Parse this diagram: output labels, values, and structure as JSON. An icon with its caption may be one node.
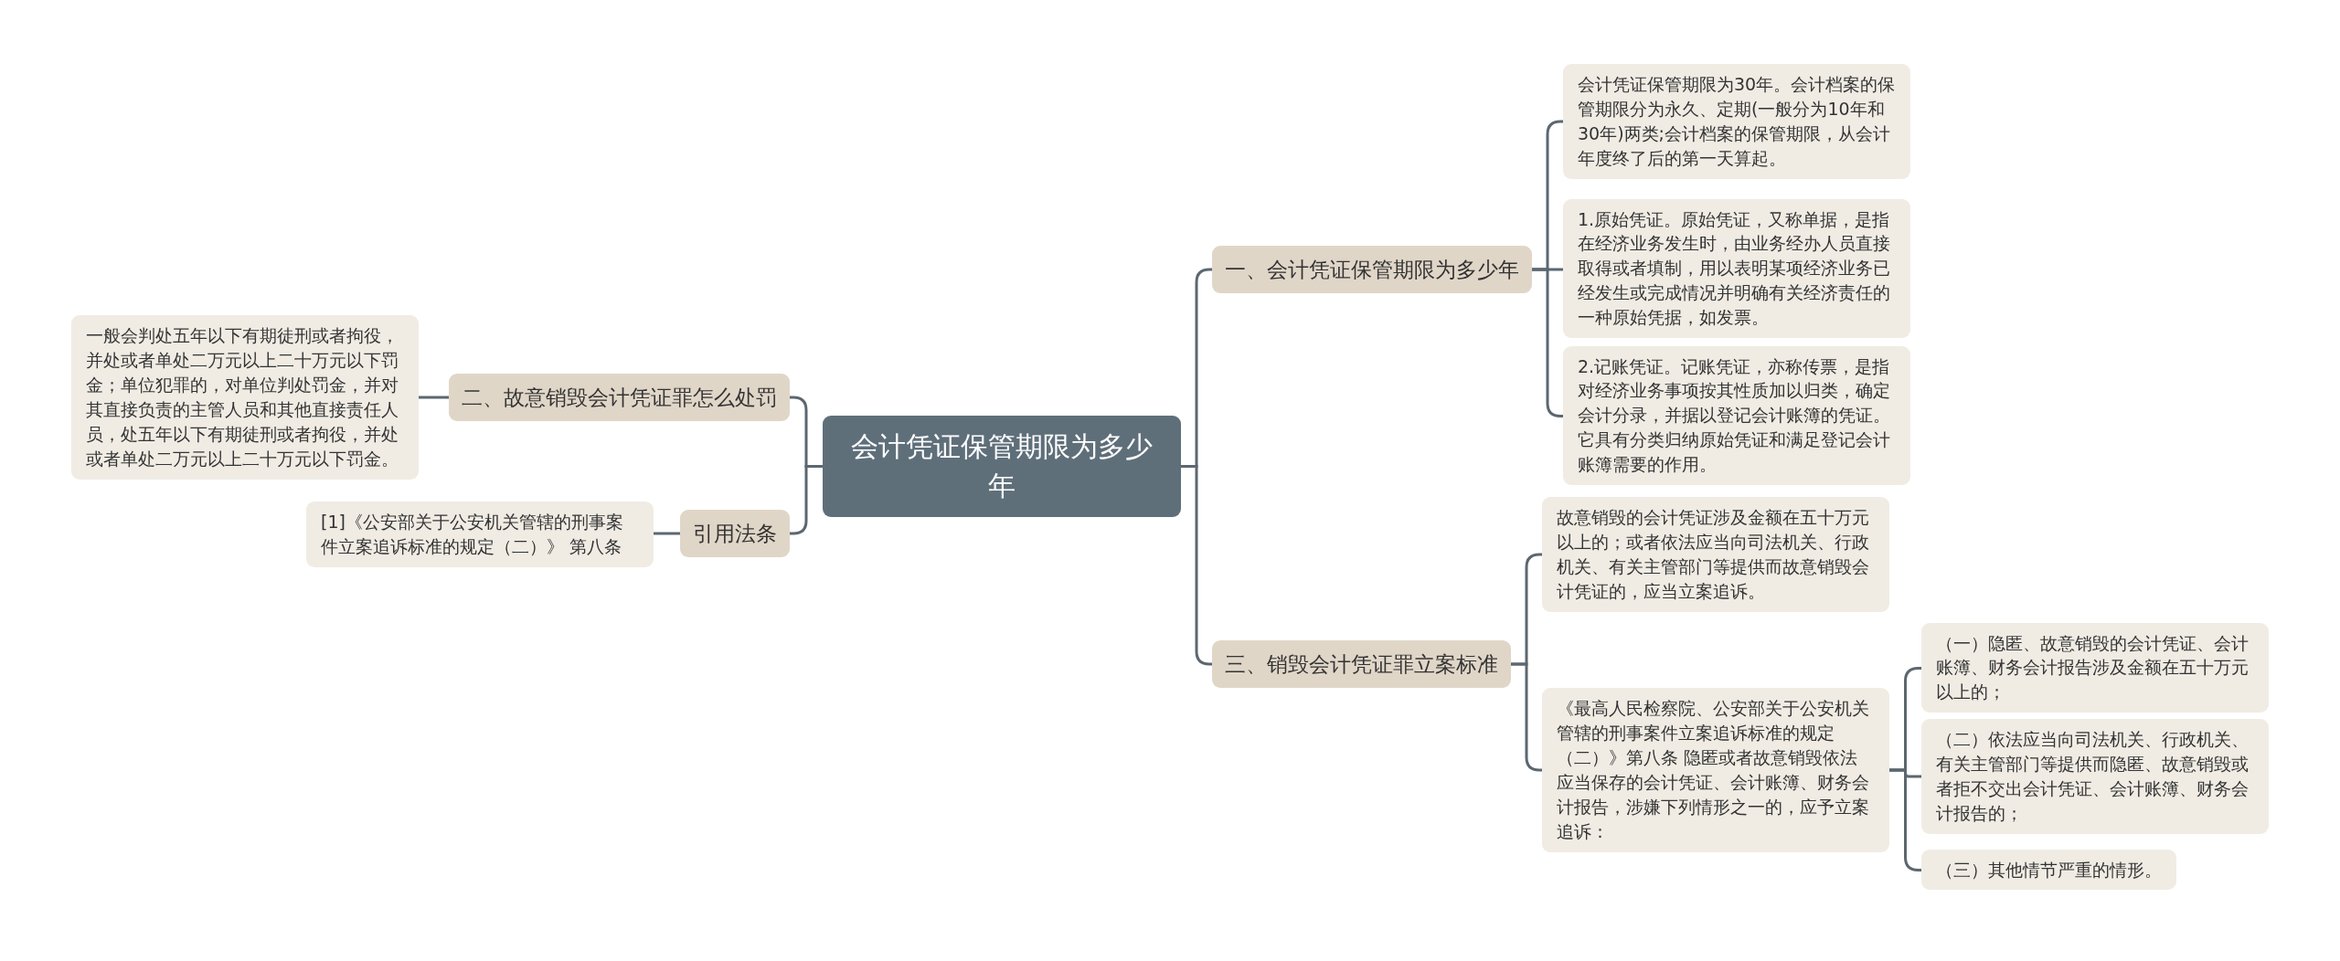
{
  "diagram": {
    "nodes": [
      {
        "text": [
          "会计凭证保管期限为多少年"
        ]
      },
      {
        "text": [
          "一、会计凭证保管期限为多少年"
        ]
      },
      {
        "text": [
          "会计凭证保管期限为30年。会计档案的保管期限分为永久、定期(一般分为10年和30年)两类;会计档案的保管期限，从会计年度终了后的第一天算起。"
        ]
      },
      {
        "text": [
          "1.原始凭证。原始凭证，又称单据，是指在经济业务发生时，由业务经办人员直接取得或者填制，用以表明某项经济业务已经发生或完成情况并明确有关经济责任的一种原始凭据，如发票。"
        ]
      },
      {
        "text": [
          "2.记账凭证。记账凭证，亦称传票，是指对经济业务事项按其性质加以归类，确定会计分录，并据以登记会计账簿的凭证。它具有分类归纳原始凭证和满足登记会计账簿需要的作用。"
        ]
      },
      {
        "text": [
          "三、销毁会计凭证罪立案标准"
        ]
      },
      {
        "text": [
          "故意销毁的会计凭证涉及金额在五十万元以上的；或者依法应当向司法机关、行政机关、有关主管部门等提供而故意销毁会计凭证的，应当立案追诉。"
        ]
      },
      {
        "text": [
          "《最高人民检察院、公安部关于公安机关管辖的刑事案件立案追诉标准的规定（二）》第八条 隐匿或者故意销毁依法应当保存的会计凭证、会计账簿、财务会计报告，涉嫌下列情形之一的，应予立案追诉："
        ]
      },
      {
        "text": [
          "（一）隐匿、故意销毁的会计凭证、会计账簿、财务会计报告涉及金额在五十万元以上的；"
        ]
      },
      {
        "text": [
          "（二）依法应当向司法机关、行政机关、有关主管部门等提供而隐匿、故意销毁或者拒不交出会计凭证、会计账簿、财务会计报告的；"
        ]
      },
      {
        "text": [
          "（三）其他情节严重的情形。"
        ]
      },
      {
        "text": [
          "二、故意销毁会计凭证罪怎么处罚"
        ]
      },
      {
        "text": [
          "一般会判处五年以下有期徒刑或者拘役，并处或者单处二万元以上二十万元以下罚金；单位犯罪的，对单位判处罚金，并对其直接负责的主管人员和其他直接责任人员，处五年以下有期徒刑或者拘役，并处或者单处二万元以上二十万元以下罚金。"
        ]
      },
      {
        "text": [
          "引用法条"
        ]
      },
      {
        "text": [
          "[1]《公安部关于公安机关管辖的刑事案件立案追诉标准的规定（二）》 第八条"
        ]
      }
    ],
    "edges": [
      {
        "from": 0,
        "to": 1,
        "arrow": "none"
      },
      {
        "from": 1,
        "to": 2,
        "arrow": "none"
      },
      {
        "from": 1,
        "to": 3,
        "arrow": "none"
      },
      {
        "from": 1,
        "to": 4,
        "arrow": "none"
      },
      {
        "from": 0,
        "to": 5,
        "arrow": "none"
      },
      {
        "from": 5,
        "to": 6,
        "arrow": "none"
      },
      {
        "from": 5,
        "to": 7,
        "arrow": "none"
      },
      {
        "from": 7,
        "to": 8,
        "arrow": "none"
      },
      {
        "from": 7,
        "to": 9,
        "arrow": "none"
      },
      {
        "from": 7,
        "to": 10,
        "arrow": "none"
      },
      {
        "from": 0,
        "to": 11,
        "arrow": "none"
      },
      {
        "from": 11,
        "to": 12,
        "arrow": "none"
      },
      {
        "from": 0,
        "to": 13,
        "arrow": "none"
      },
      {
        "from": 13,
        "to": 14,
        "arrow": "none"
      }
    ]
  }
}
